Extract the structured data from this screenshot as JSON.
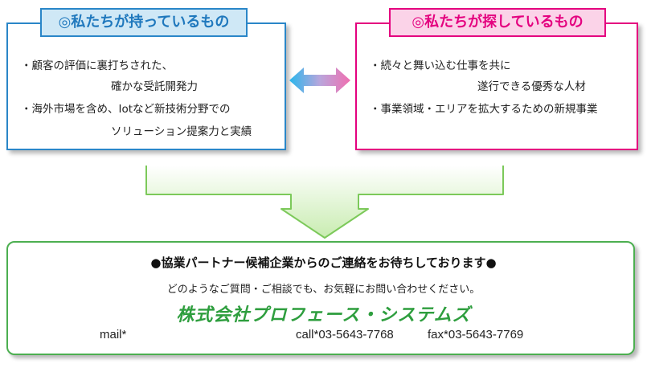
{
  "have": {
    "heading": "◎私たちが持っているもの",
    "items": [
      {
        "line1": "・顧客の評価に裏打ちされた、",
        "line2": "確かな受託開発力"
      },
      {
        "line1": "・海外市場を含め、Iotなど新技術分野での",
        "line2": "ソリューション提案力と実績"
      }
    ]
  },
  "seek": {
    "heading": "◎私たちが探しているもの",
    "items": [
      {
        "line1": "・続々と舞い込む仕事を共に",
        "line2": "遂行できる優秀な人材"
      },
      {
        "line1": "・事業領域・エリアを拡大するための新規事業",
        "line2": ""
      }
    ]
  },
  "contact": {
    "title": "●協業パートナー候補企業からのご連絡をお待ちしております●",
    "subtitle": "どのようなご質問・ご相談でも、お気軽にお問い合わせください。",
    "company": "株式会社プロフェース・システムズ",
    "mail": "mail*",
    "call": "call*03-5643-7768",
    "fax": "fax*03-5643-7769"
  },
  "colors": {
    "have_accent": "#2a86c8",
    "seek_accent": "#e4007f",
    "contact_accent": "#4caf50",
    "company_text": "#2e9e3e"
  },
  "icons": {
    "center": "double-headed-arrow-icon",
    "down": "down-arrow-icon"
  }
}
